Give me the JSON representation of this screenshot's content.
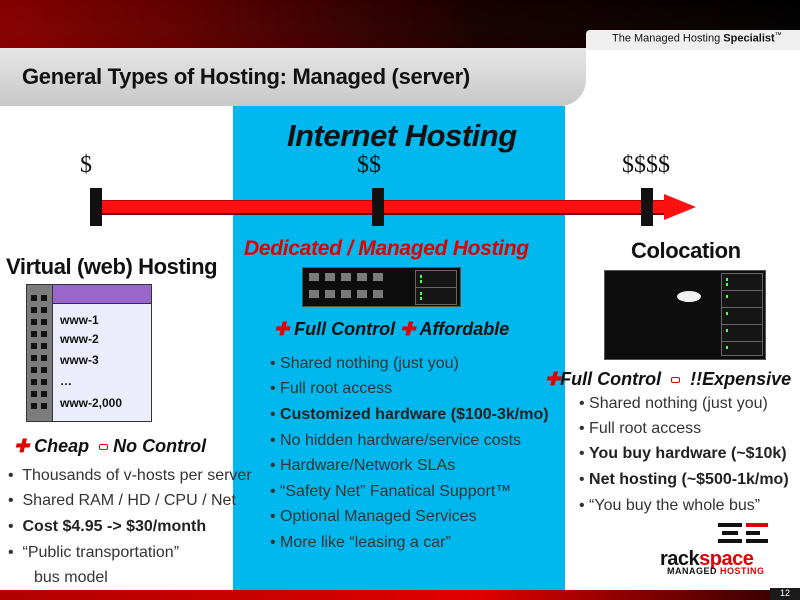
{
  "header": {
    "tagline_prefix": "The Managed Hosting ",
    "tagline_bold": "Specialist",
    "tagline_tm": "™",
    "title": "General Types of Hosting: Managed (server)"
  },
  "center_heading": "Internet Hosting",
  "prices": [
    "$",
    "$$",
    "$$$$"
  ],
  "virtual": {
    "heading": "Virtual (web) Hosting",
    "server_items": [
      "www-1",
      "www-2",
      "www-3",
      "…",
      "www-2,000"
    ],
    "pro": "Cheap",
    "con": "No Control",
    "bullets": [
      {
        "text": "Thousands of v-hosts per server",
        "bold": false
      },
      {
        "text": "Shared RAM / HD / CPU / Net",
        "bold": false
      },
      {
        "text": "Cost $4.95 -> $30/month",
        "bold": true
      },
      {
        "text": " “Public transportation”",
        "bold": false
      }
    ],
    "continuation": "bus model"
  },
  "dedicated": {
    "heading": "Dedicated / Managed Hosting",
    "pro1": "Full Control",
    "pro2": "Affordable",
    "bullets": [
      {
        "text": "Shared nothing (just you)",
        "bold": false
      },
      {
        "text": "Full root access",
        "bold": false
      },
      {
        "text": "Customized hardware ($100-3k/mo)",
        "bold": true
      },
      {
        "text": "No hidden hardware/service costs",
        "bold": false
      },
      {
        "text": "Hardware/Network SLAs",
        "bold": false
      },
      {
        "text": "“Safety Net” Fanatical Support™",
        "bold": false
      },
      {
        "text": "Optional Managed Services",
        "bold": false
      },
      {
        "text": "More like “leasing a car”",
        "bold": false
      }
    ]
  },
  "colocation": {
    "heading": "Colocation",
    "pro": "Full Control",
    "con": "!!Expensive",
    "bullets": [
      {
        "text": "Shared nothing (just you)",
        "bold": false
      },
      {
        "text": "Full root access",
        "bold": false
      },
      {
        "text": "You buy hardware (~$10k)",
        "bold": true
      },
      {
        "text": "Net hosting (~$500-1k/mo)",
        "bold": true
      },
      {
        "text": "“You buy the whole bus”",
        "bold": false
      }
    ]
  },
  "logo": {
    "name_left": "rack",
    "name_right": "space",
    "subtitle_left": "MANAGED",
    "subtitle_right": "HOSTING"
  },
  "page_number": "12",
  "colors": {
    "accent_red": "#e00000",
    "panel_blue": "#00b8ee",
    "arrow_red": "#ff1010"
  }
}
